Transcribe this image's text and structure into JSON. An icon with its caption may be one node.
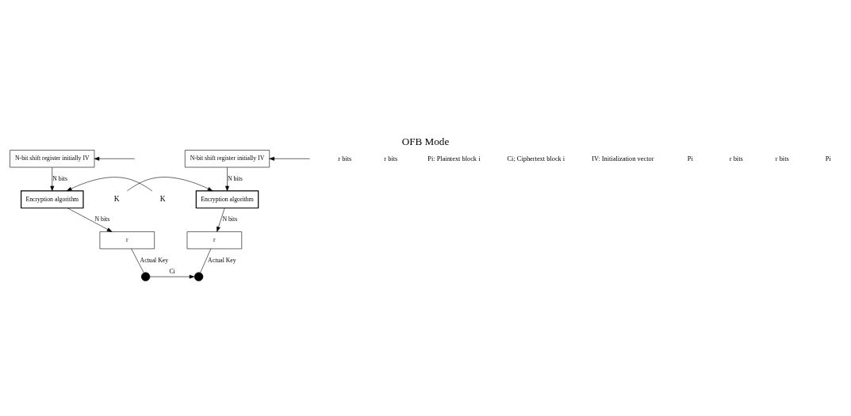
{
  "diagram": {
    "title": "OFB Mode",
    "nodes": [
      {
        "text": [
          "N-bit shift register initially IV"
        ]
      },
      {
        "text": [
          "K"
        ]
      },
      {
        "text": [
          "Encryption algorithm"
        ]
      },
      {
        "text": [
          "r"
        ]
      },
      {
        "text": [],
        "shape": "circle"
      },
      {
        "text": [
          "N-bit shift register initially IV"
        ]
      },
      {
        "text": [
          "K"
        ]
      },
      {
        "text": [
          "Encryption algorithm"
        ]
      },
      {
        "text": [
          "r"
        ]
      },
      {
        "text": [],
        "shape": "circle"
      }
    ],
    "edges": [
      {
        "from": null,
        "to": 0,
        "arrow": "to"
      },
      {
        "from": 0,
        "to": 2,
        "arrow": "to",
        "label": "N bits"
      },
      {
        "from": 1,
        "to": 2,
        "arrow": "to"
      },
      {
        "from": 2,
        "to": 3,
        "arrow": "to",
        "label": "N bits"
      },
      {
        "from": 3,
        "to": 4,
        "arrow": "none",
        "label": "Actual Key"
      },
      {
        "from": 4,
        "to": 9,
        "arrow": "to",
        "label": "Ci"
      },
      {
        "from": null,
        "to": 5,
        "arrow": "to"
      },
      {
        "from": 5,
        "to": 7,
        "arrow": "to",
        "label": "N bits"
      },
      {
        "from": 6,
        "to": 7,
        "arrow": "to"
      },
      {
        "from": 7,
        "to": 8,
        "arrow": "to",
        "label": "N bits"
      },
      {
        "from": 8,
        "to": 9,
        "arrow": "none",
        "label": "Actual Key"
      }
    ],
    "labels": [
      "r bits",
      "r bits",
      "Pi: Plaintext block i",
      "Ci; Ciphertext block i",
      "IV: Initialization vector",
      "Pi",
      "r bits",
      "r bits",
      "Pi"
    ]
  }
}
